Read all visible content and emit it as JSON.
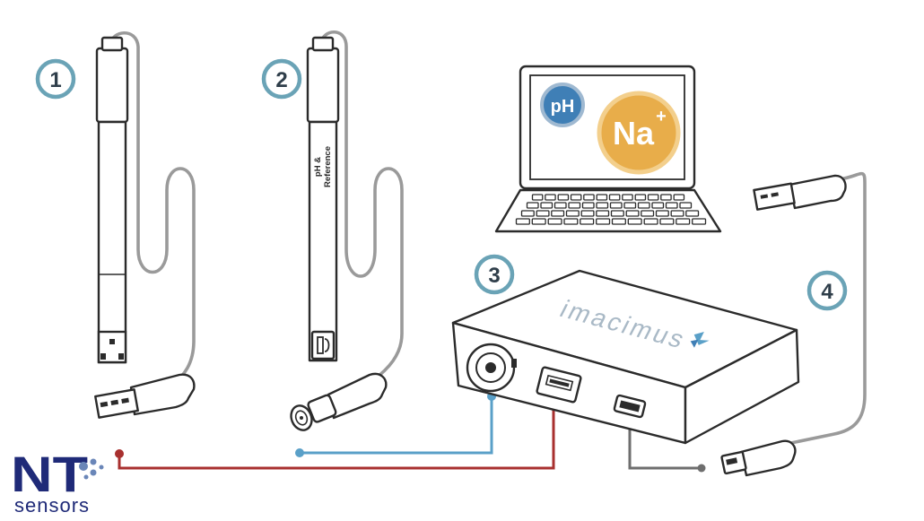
{
  "steps": {
    "s1": "1",
    "s2": "2",
    "s3": "3",
    "s4": "4"
  },
  "probe2_label_line1": "pH &",
  "probe2_label_line2": "Reference",
  "screen": {
    "ph_label": "pH",
    "na_label": "Na",
    "na_superscript": "+"
  },
  "device_brand": "imacimus",
  "logo": {
    "main": "NT",
    "sub": "sensors"
  },
  "colors": {
    "badge_ring": "#6aa3b6",
    "line_blue": "#5aa0c8",
    "line_red": "#a8302f",
    "line_gray": "#6e6e6e",
    "ph_circle": "#3f7fb6",
    "na_circle": "#e8ad4a",
    "logo_navy": "#1f2a78",
    "logo_dots": "#6a86b8"
  }
}
